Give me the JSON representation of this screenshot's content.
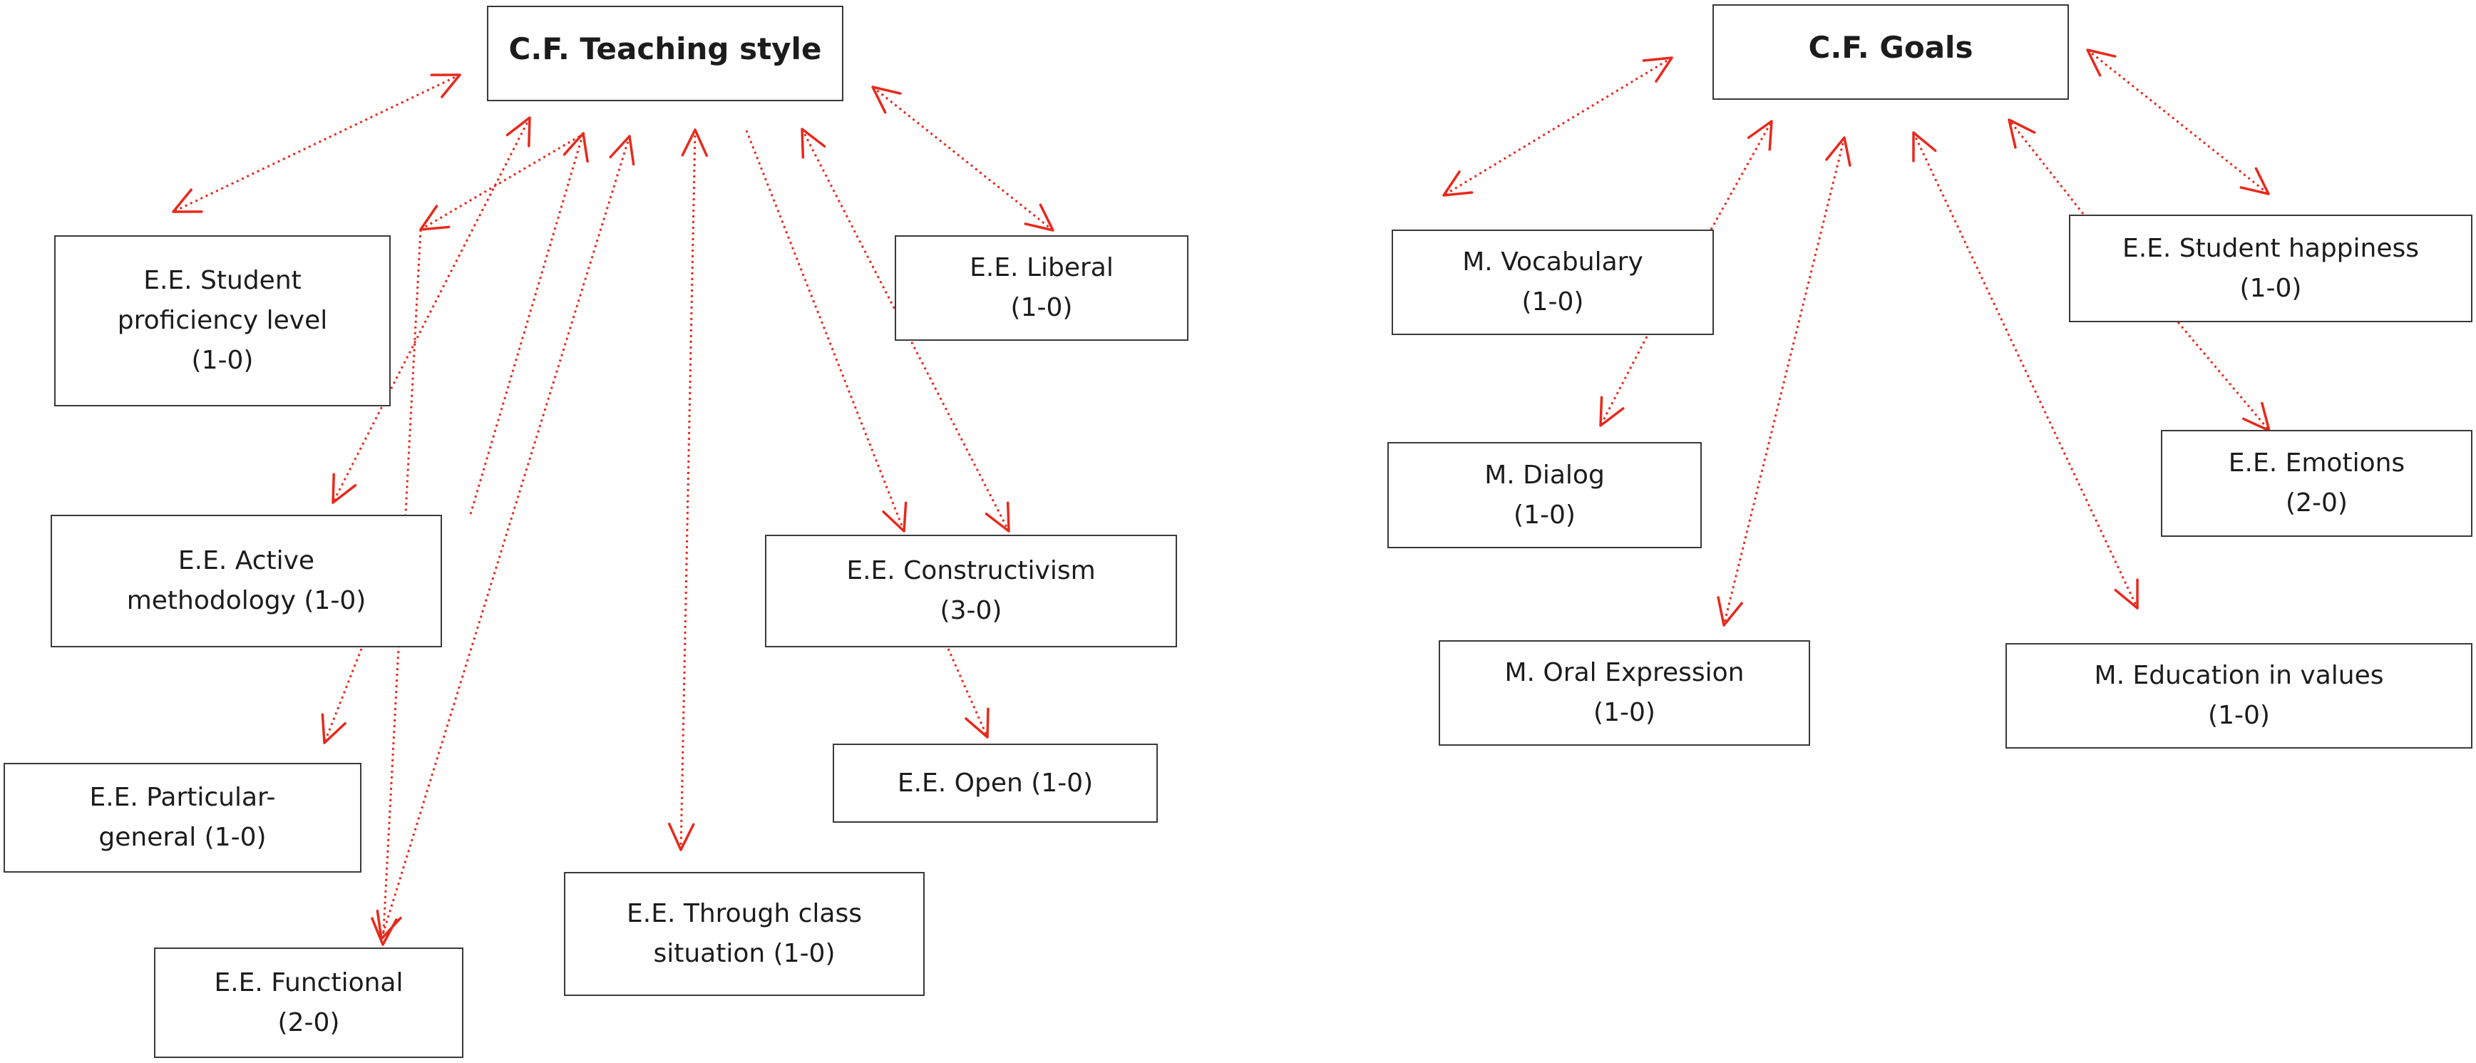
{
  "colors": {
    "link": "#e8291c",
    "box_border": "#3a3a3a",
    "text": "#1c1c1c"
  },
  "diagrams": [
    {
      "central": "C.F. Teaching style",
      "nodes": [
        {
          "id": "student-proficiency",
          "label": "E.E. Student\nproficiency level\n(1-0)"
        },
        {
          "id": "liberal",
          "label": "E.E. Liberal\n(1-0)"
        },
        {
          "id": "active-methodology",
          "label": "E.E. Active\nmethodology (1-0)"
        },
        {
          "id": "constructivism",
          "label": "E.E. Constructivism\n(3-0)"
        },
        {
          "id": "open",
          "label": "E.E. Open (1-0)"
        },
        {
          "id": "particular-general",
          "label": "E.E. Particular-\ngeneral (1-0)"
        },
        {
          "id": "through-class-situation",
          "label": "E.E. Through class\nsituation (1-0)"
        },
        {
          "id": "functional",
          "label": "E.E. Functional\n(2-0)"
        }
      ]
    },
    {
      "central": "C.F. Goals",
      "nodes": [
        {
          "id": "vocabulary",
          "label": "M. Vocabulary\n(1-0)"
        },
        {
          "id": "student-happiness",
          "label": "E.E. Student happiness\n(1-0)"
        },
        {
          "id": "dialog",
          "label": "M. Dialog\n(1-0)"
        },
        {
          "id": "emotions",
          "label": "E.E. Emotions\n(2-0)"
        },
        {
          "id": "oral-expression",
          "label": "M. Oral Expression\n(1-0)"
        },
        {
          "id": "education-in-values",
          "label": "M. Education in values\n(1-0)"
        }
      ]
    }
  ]
}
